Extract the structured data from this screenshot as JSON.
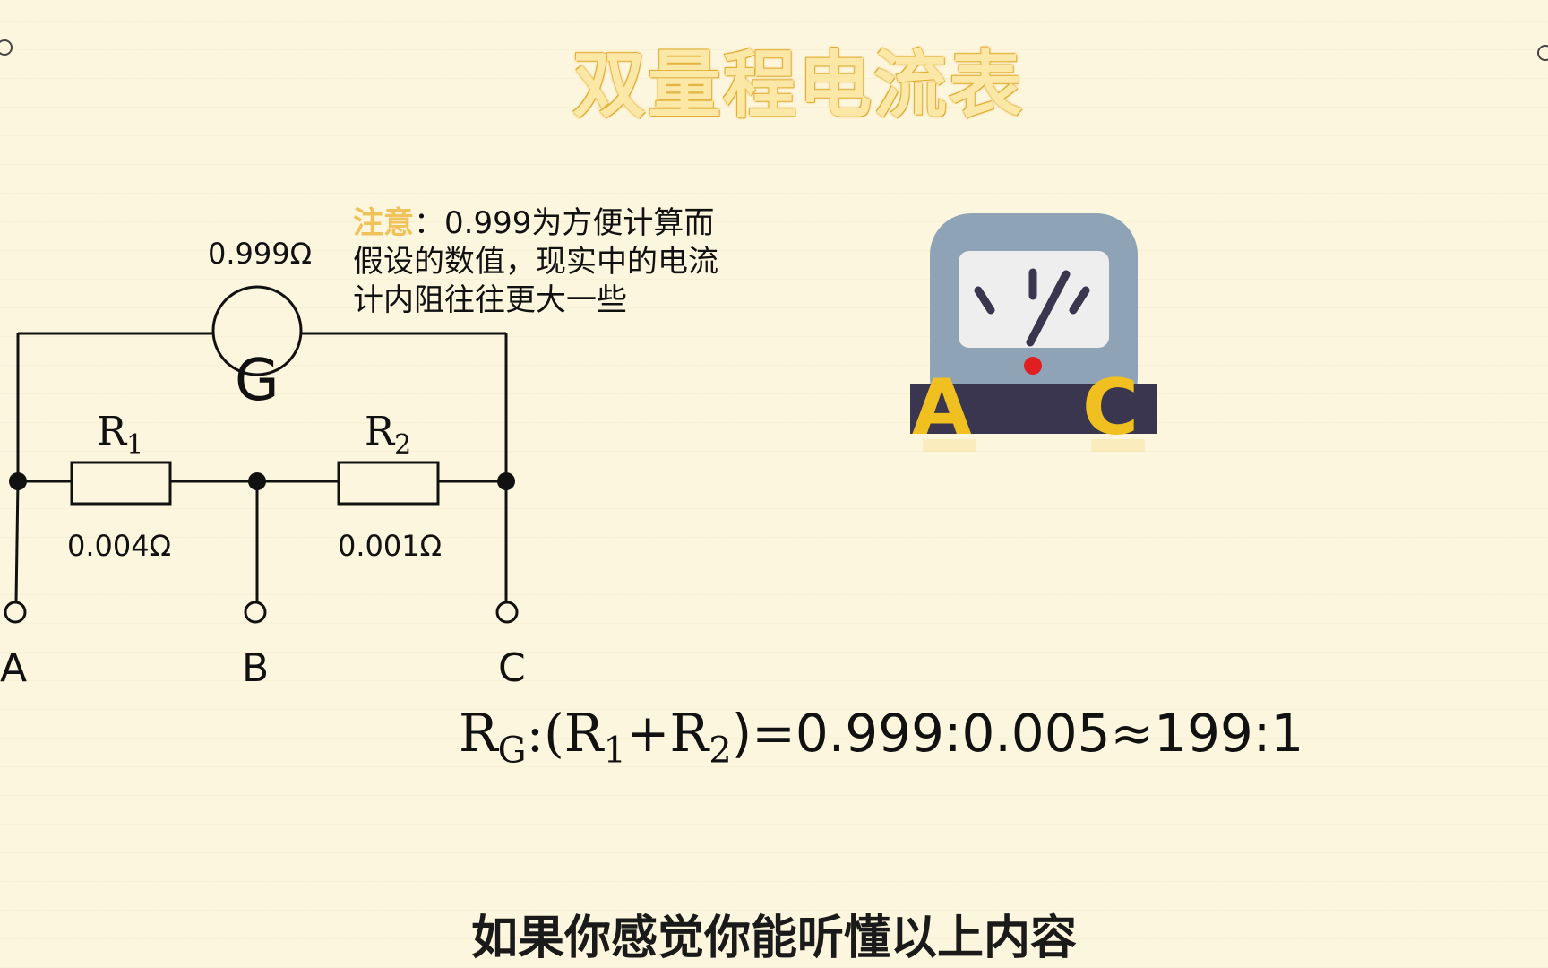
{
  "title": "双量程电流表",
  "galvanometer": {
    "symbol": "G",
    "resistance": "0.999Ω"
  },
  "resistors": [
    {
      "name": "R",
      "sub": "1",
      "value": "0.004Ω"
    },
    {
      "name": "R",
      "sub": "2",
      "value": "0.001Ω"
    }
  ],
  "terminals": [
    "A",
    "B",
    "C"
  ],
  "note": {
    "highlight": "注意",
    "colon": "：",
    "text": "0.999为方便计算而假设的数值，现实中的电流计内阻往往更大一些"
  },
  "formula": {
    "lhs_R": "R",
    "lhs_G": "G",
    "colon_open": ":(",
    "r1": "R",
    "r1_sub": "1",
    "plus": "+",
    "r2": "R",
    "r2_sub": "2",
    "rhs": ")=0.999:0.005≈199:1"
  },
  "meter": {
    "left_label": "A",
    "right_label": "C"
  },
  "subtitle": "如果你感觉你能听懂以上内容",
  "colors": {
    "background": "#fdf6de",
    "title_fill": "#fbe7a6",
    "title_outline": "#e6b640",
    "note_highlight": "#f0c25a",
    "meter_body": "#8fa3b7",
    "meter_base": "#3a3650",
    "meter_label": "#f0c020",
    "meter_dot": "#e02020"
  }
}
